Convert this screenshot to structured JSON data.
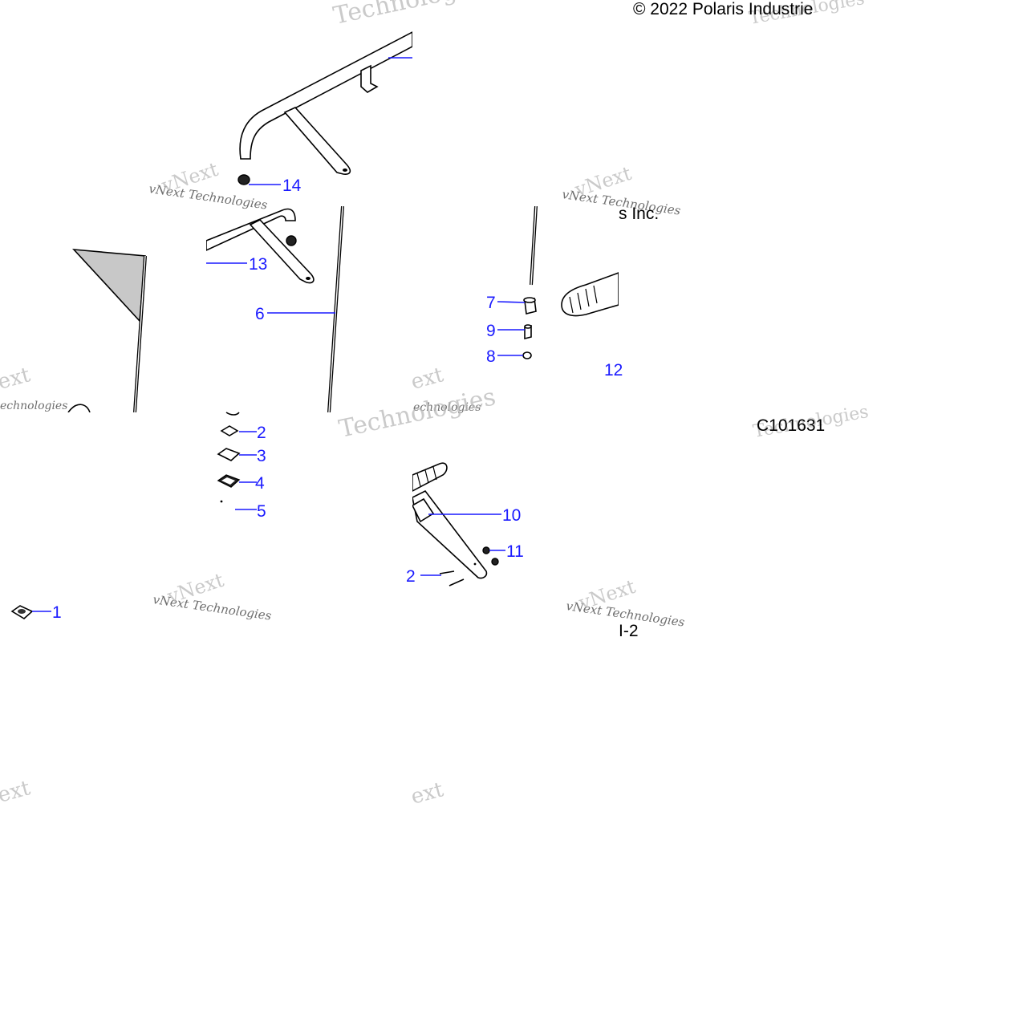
{
  "copyright_text": "© 2022 Polaris Industrie",
  "copyright_tail": "s Inc.",
  "figure_code": "C101631",
  "page_marker": "I-2",
  "watermarks": {
    "technologies": "Technologies",
    "vnext_technologies": "vNext Technologies",
    "vnext": "vNext",
    "ext": "ext",
    "echno": "echnologies"
  },
  "callouts": {
    "c1": "1",
    "c2": "2",
    "c3": "3",
    "c4": "4",
    "c5": "5",
    "c6": "6",
    "c7": "7",
    "c8": "8",
    "c9": "9",
    "c10": "10",
    "c11": "11",
    "c12": "12",
    "c12b": "2",
    "c13": "13",
    "c14": "14"
  },
  "colors": {
    "callout": "#1a1aff",
    "flag_fill": "#c8c8c8",
    "watermark": "#b9b9b9"
  }
}
